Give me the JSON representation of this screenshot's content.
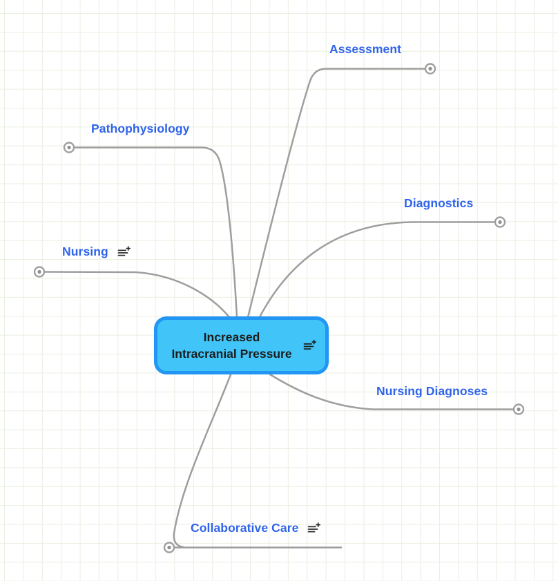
{
  "central_node": {
    "title_line1": "Increased",
    "title_line2": "Intracranial Pressure",
    "note_icon": "notes-add-icon"
  },
  "branches": [
    {
      "label": "Assessment",
      "has_note_icon": false
    },
    {
      "label": "Pathophysiology",
      "has_note_icon": false
    },
    {
      "label": "Diagnostics",
      "has_note_icon": false
    },
    {
      "label": "Nursing",
      "has_note_icon": true
    },
    {
      "label": "Nursing Diagnoses",
      "has_note_icon": false
    },
    {
      "label": "Collaborative Care",
      "has_note_icon": true
    }
  ],
  "colors": {
    "branch_label": "#2f63ea",
    "node_border": "#2196f3",
    "node_fill": "#41c5f8",
    "node_text": "#1c1c1c",
    "connector": "#9e9e9e",
    "grid_line": "#e9efe1",
    "background": "#ffffff"
  }
}
